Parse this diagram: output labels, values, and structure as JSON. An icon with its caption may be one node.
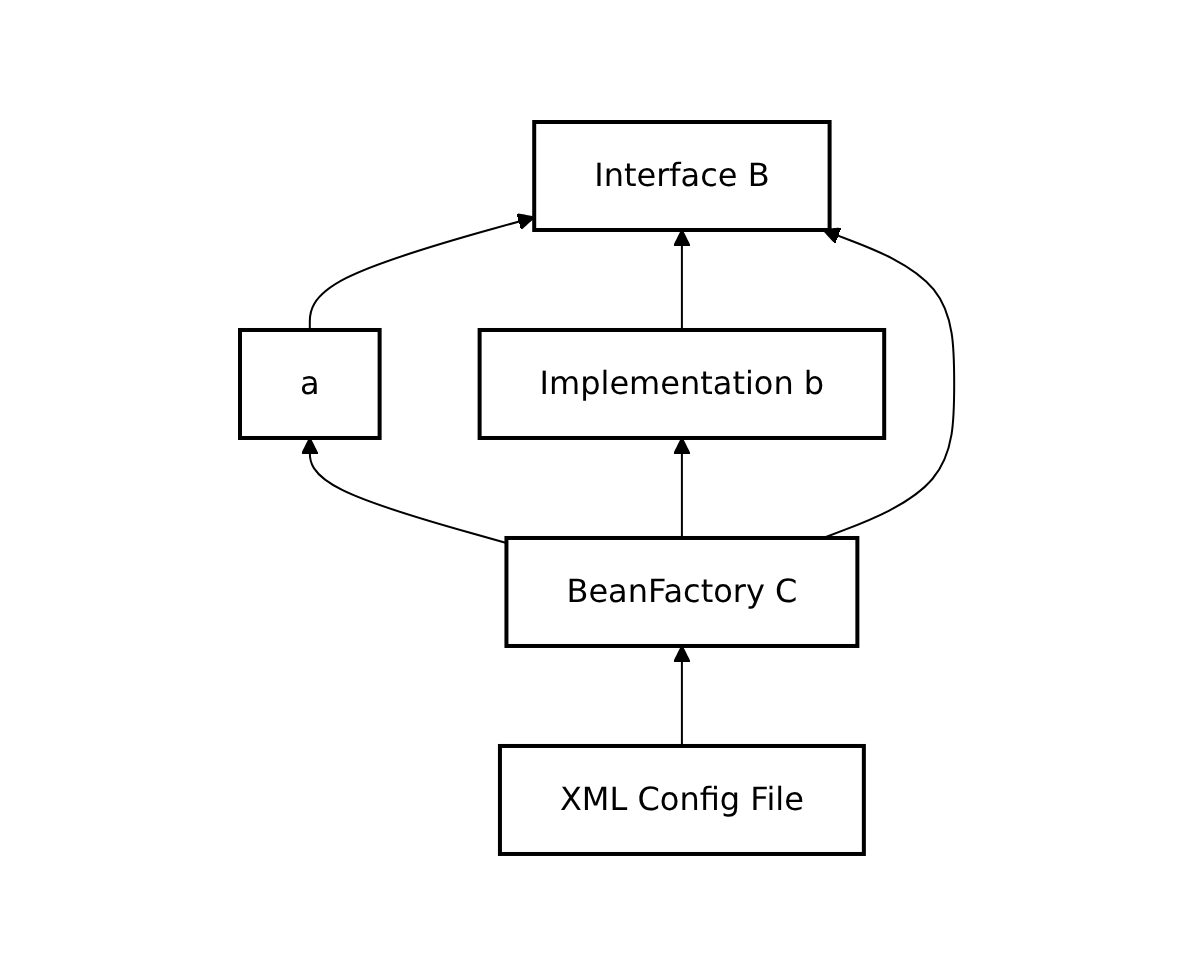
{
  "diagram": {
    "nodes": [
      {
        "text": [
          "Interface B"
        ]
      },
      {
        "text": [
          "a"
        ]
      },
      {
        "text": [
          "Implementation b"
        ]
      },
      {
        "text": [
          "BeanFactory C"
        ]
      },
      {
        "text": [
          "XML Config File"
        ]
      }
    ],
    "edges": [
      {
        "from": 1,
        "to": 0,
        "arrow": "to"
      },
      {
        "from": 2,
        "to": 0,
        "arrow": "to"
      },
      {
        "from": 3,
        "to": 0,
        "arrow": "to"
      },
      {
        "from": 3,
        "to": 2,
        "arrow": "to"
      },
      {
        "from": 3,
        "to": 1,
        "arrow": "to"
      },
      {
        "from": 4,
        "to": 3,
        "arrow": "to"
      }
    ]
  }
}
